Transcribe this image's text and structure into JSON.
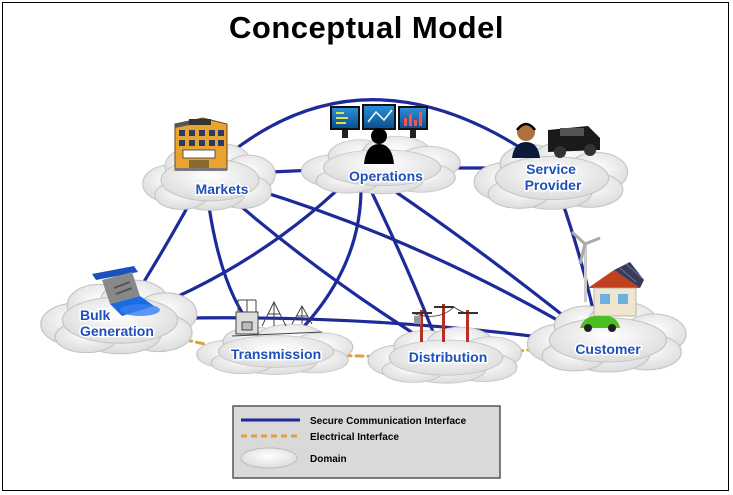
{
  "title": "Conceptual Model",
  "domains": {
    "markets": {
      "label": [
        "Markets"
      ]
    },
    "operations": {
      "label": [
        "Operations"
      ]
    },
    "service_provider": {
      "label": [
        "Service",
        "Provider"
      ]
    },
    "bulk_generation": {
      "label": [
        "Bulk",
        "Generation"
      ]
    },
    "transmission": {
      "label": [
        "Transmission"
      ]
    },
    "distribution": {
      "label": [
        "Distribution"
      ]
    },
    "customer": {
      "label": [
        "Customer"
      ]
    }
  },
  "legend": {
    "secure": "Secure Communication Interface",
    "electrical": "Electrical Interface",
    "domain": "Domain"
  },
  "colors": {
    "secure_line": "#1c2a9a",
    "electrical_line": "#e0a040",
    "label": "#1f4fb8",
    "legend_bg": "#d9d9d9"
  },
  "icons": {
    "markets": "office-building-icon",
    "operations": "control-room-monitors-icon",
    "service_provider": "headset-operator-and-vehicle-icon",
    "bulk_generation": "hydro-dam-icon",
    "transmission": "substation-icon",
    "distribution": "utility-poles-icon",
    "customer": "house-wind-solar-ev-icon"
  }
}
